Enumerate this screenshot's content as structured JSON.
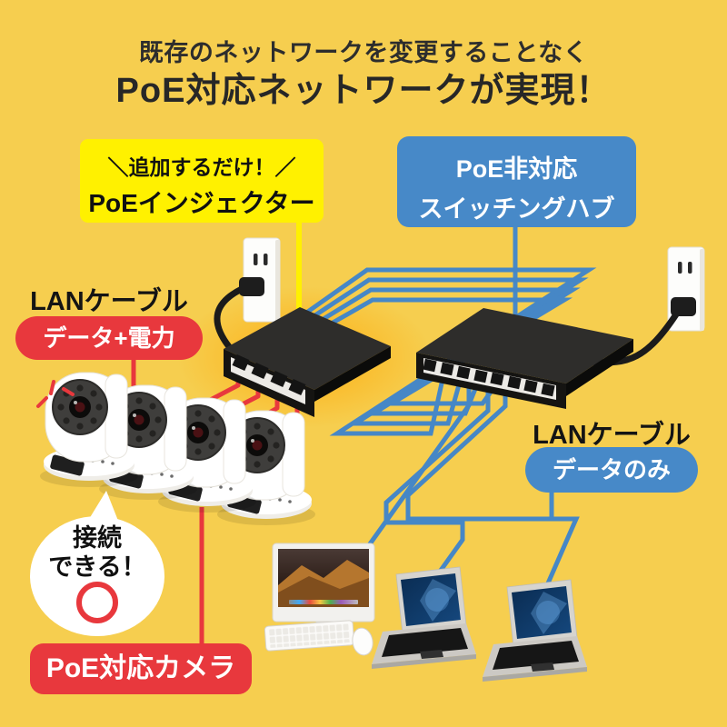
{
  "title": {
    "line1": "既存のネットワークを変更することなく",
    "line2": "PoE対応ネットワークが実現！"
  },
  "labels": {
    "injector": {
      "line1": "＼追加するだけ！／",
      "line2": "PoEインジェクター"
    },
    "hub": {
      "line1": "PoE非対応",
      "line2": "スイッチングハブ"
    },
    "lan_power": {
      "heading": "LANケーブル",
      "tag": "データ+電力"
    },
    "lan_data": {
      "heading": "LANケーブル",
      "tag": "データのみ"
    },
    "camera": {
      "tag": "PoE対応カメラ"
    },
    "bubble": {
      "line1": "接続",
      "line2": "できる！",
      "symbol": "maru-ok-circle"
    }
  },
  "colors": {
    "background": "#F6CE4F",
    "highlight_yellow": "#FFF100",
    "blue": "#4789C8",
    "red": "#E8383D",
    "cable_blue": "#4687C6",
    "cable_red": "#E8383D",
    "device_black": "#1A1A18",
    "white": "#FFFFFF"
  },
  "diagram": {
    "nodes": [
      "power-outlet-left",
      "poe-injector",
      "switching-hub",
      "power-outlet-right",
      "poe-camera-1",
      "poe-camera-2",
      "poe-camera-3",
      "poe-camera-4",
      "desktop-pc",
      "laptop-pc-1",
      "laptop-pc-2"
    ],
    "edges": [
      {
        "from": "power-outlet-left",
        "to": "poe-injector",
        "type": "power-cord"
      },
      {
        "from": "power-outlet-right",
        "to": "switching-hub",
        "type": "power-cord"
      },
      {
        "from": "poe-injector",
        "to": "switching-hub",
        "type": "lan-data-only",
        "count": 4
      },
      {
        "from": "poe-injector",
        "to": "poe-camera-1",
        "type": "lan-data-plus-power"
      },
      {
        "from": "poe-injector",
        "to": "poe-camera-2",
        "type": "lan-data-plus-power"
      },
      {
        "from": "poe-injector",
        "to": "poe-camera-3",
        "type": "lan-data-plus-power"
      },
      {
        "from": "poe-injector",
        "to": "poe-camera-4",
        "type": "lan-data-plus-power"
      },
      {
        "from": "switching-hub",
        "to": "desktop-pc",
        "type": "lan-data-only"
      },
      {
        "from": "switching-hub",
        "to": "laptop-pc-1",
        "type": "lan-data-only"
      },
      {
        "from": "switching-hub",
        "to": "laptop-pc-2",
        "type": "lan-data-only"
      }
    ]
  }
}
